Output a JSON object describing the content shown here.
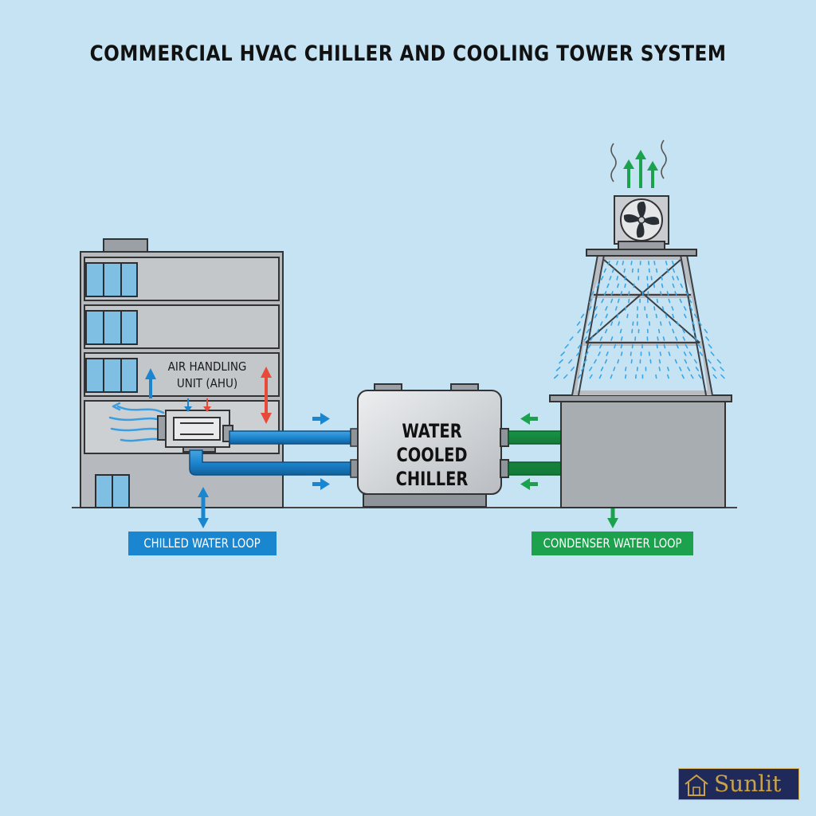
{
  "title": "COMMERCIAL HVAC CHILLER AND COOLING TOWER SYSTEM",
  "labels": {
    "ahu": "AIR HANDLING\nUNIT (AHU)",
    "chiller": "WATER COOLED\nCHILLER",
    "chilled_loop": "CHILLED WATER LOOP",
    "condenser_loop": "CONDENSER WATER LOOP"
  },
  "logo": {
    "text": "Sunlit",
    "icon": "house-roof-icon"
  },
  "colors": {
    "background": "#c5e3f2",
    "chilled_water": "#1b86d0",
    "condenser_water": "#1ca24d",
    "return_air": "#e84a3a",
    "building": "#b4b8bc",
    "window": "#7fbfe3",
    "logo_bg": "#1f2a5a",
    "logo_text": "#c9a24a"
  }
}
